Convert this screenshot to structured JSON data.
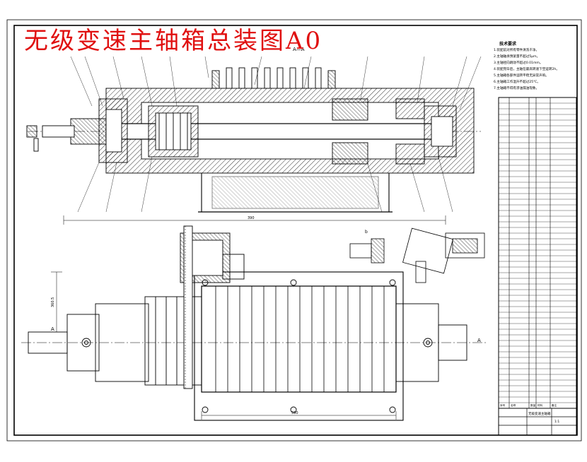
{
  "drawing": {
    "title": "无级变速主轴箱总装图A0",
    "section_label": "A—A",
    "title_color": "#e01010",
    "line_color": "#000000",
    "dimensions": {
      "top_overall": "390",
      "bottom_overall": "590",
      "height_side": "360.5"
    },
    "view_marks": [
      "A",
      "A"
    ],
    "detail_label": "b"
  },
  "tech_notes": {
    "heading": "技术要求",
    "items": [
      "1.装配前对所有零件清洗干净。",
      "2.主轴轴承预紧量不超过5μm。",
      "3.主轴径向跳动不超过0.01mm。",
      "4.装配完毕后，主轴在最高转速下空运转2h。",
      "5.主轴箱各部件运转平稳无异常声响。",
      "6.主轴箱工作温升不超过25℃。",
      "7.主轴箱不得有渗油漏油现象。"
    ]
  },
  "parts_table": {
    "header": [
      "序号",
      "名称",
      "数量",
      "材料",
      "备注"
    ]
  },
  "title_block": {
    "name": "无级变速主轴箱",
    "scale": "1:1"
  }
}
